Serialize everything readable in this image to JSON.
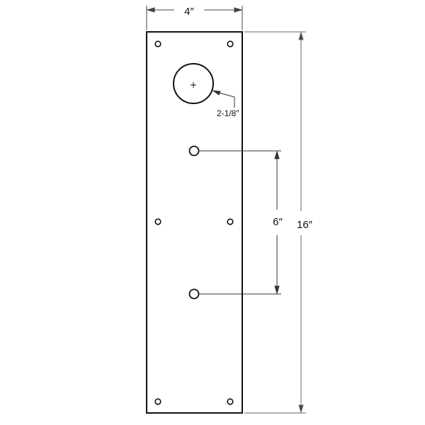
{
  "diagram": {
    "type": "technical-drawing",
    "subject": "door push plate",
    "colors": {
      "line": "#111111",
      "dimension": "#555555",
      "background": "#ffffff"
    },
    "dimensions": {
      "width": "4″",
      "height": "16″",
      "hole_spacing": "6″",
      "large_hole_diameter": "2-1/8″"
    }
  }
}
